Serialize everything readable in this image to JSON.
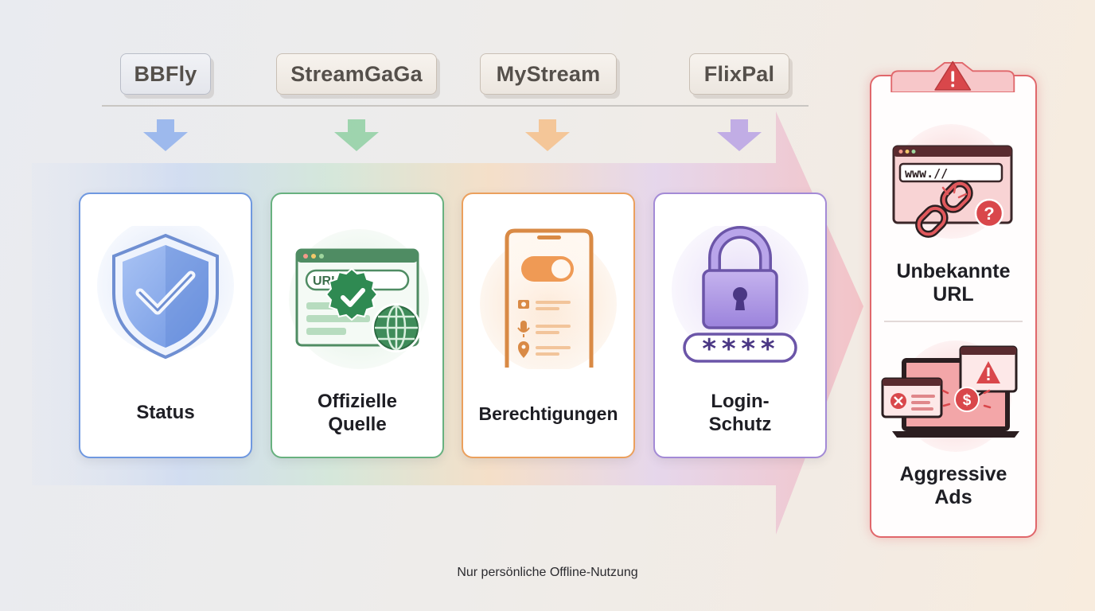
{
  "providers": [
    {
      "label": "BBFly",
      "color": "#5b8ee6"
    },
    {
      "label": "StreamGaGa",
      "color": "#5fb47b"
    },
    {
      "label": "MyStream",
      "color": "#f0a25c"
    },
    {
      "label": "FlixPal",
      "color": "#9b7fd4"
    }
  ],
  "checks": [
    {
      "label_lines": [
        "Status"
      ],
      "icon": "shield-check-icon",
      "color": "#5b8ee6"
    },
    {
      "label_lines": [
        "Offizielle",
        "Quelle"
      ],
      "icon": "verified-browser-globe-icon",
      "color": "#5fa67a"
    },
    {
      "label_lines": [
        "Berechtigungen"
      ],
      "icon": "phone-permissions-icon",
      "color": "#e8944f"
    },
    {
      "label_lines": [
        "Login-",
        "Schutz"
      ],
      "icon": "padlock-password-icon",
      "color": "#9a7fd0"
    }
  ],
  "browser_url_text": "URL",
  "password_mask": "****",
  "warning": {
    "icon": "warning-triangle-icon",
    "color": "#d9474b",
    "items": [
      {
        "label_lines": [
          "Unbekannte",
          "URL"
        ],
        "icon": "broken-link-browser-icon",
        "url_text": "www.//"
      },
      {
        "label_lines": [
          "Aggressive",
          "Ads"
        ],
        "icon": "ad-popup-laptop-icon"
      }
    ]
  },
  "footer": "Nur persönliche Offline-Nutzung"
}
